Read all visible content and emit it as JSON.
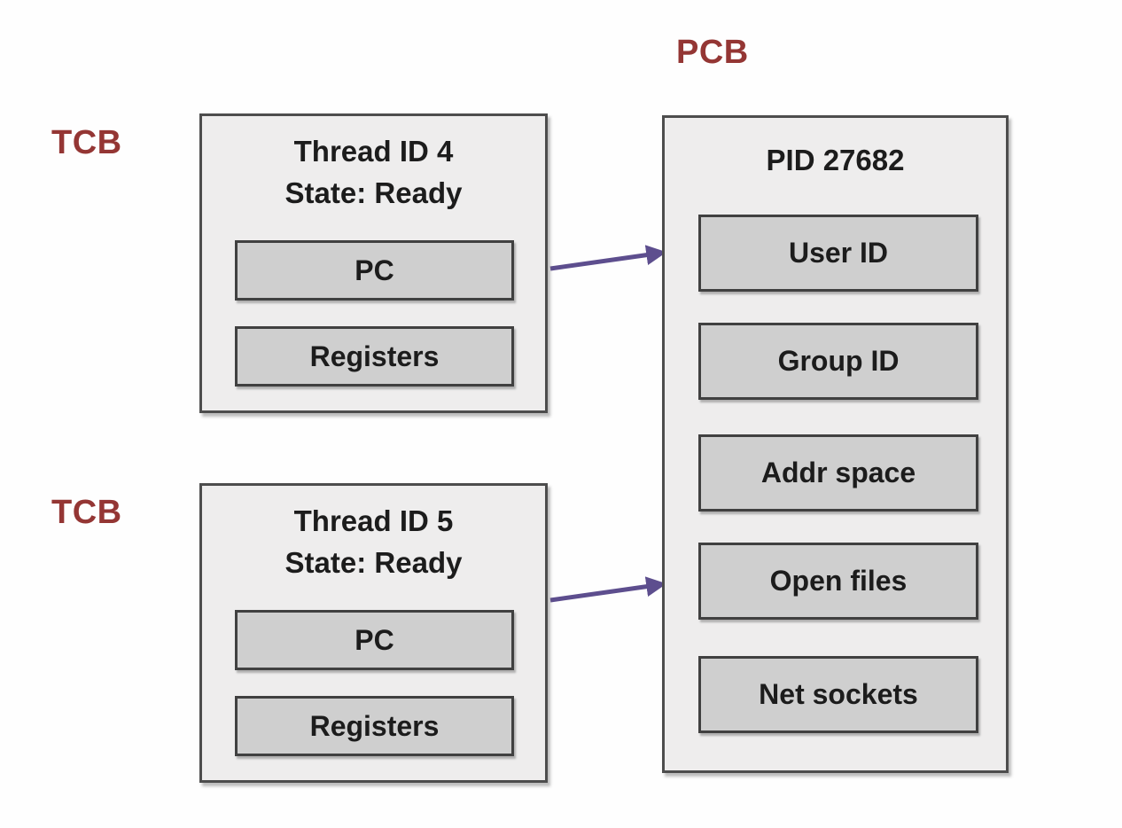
{
  "diagram": {
    "description": "Thread Control Blocks (TCB) pointing to a shared Process Control Block (PCB)"
  },
  "colors": {
    "label_text": "#943634",
    "arrow": "#5d4e8e",
    "outer_box_bg": "#eeeded",
    "outer_box_border": "#4d4d4d",
    "inner_box_bg": "#cfcfcf",
    "inner_box_border": "#404040",
    "text": "#1c1c1c",
    "background": "#fefefe"
  },
  "tcb1": {
    "label": "TCB",
    "title_line1": "Thread ID 4",
    "title_line2": "State: Ready",
    "fields": [
      "PC",
      "Registers"
    ]
  },
  "tcb2": {
    "label": "TCB",
    "title_line1": "Thread ID 5",
    "title_line2": "State: Ready",
    "fields": [
      "PC",
      "Registers"
    ]
  },
  "pcb": {
    "label": "PCB",
    "title": "PID 27682",
    "fields": [
      "User ID",
      "Group ID",
      "Addr space",
      "Open files",
      "Net sockets"
    ]
  }
}
